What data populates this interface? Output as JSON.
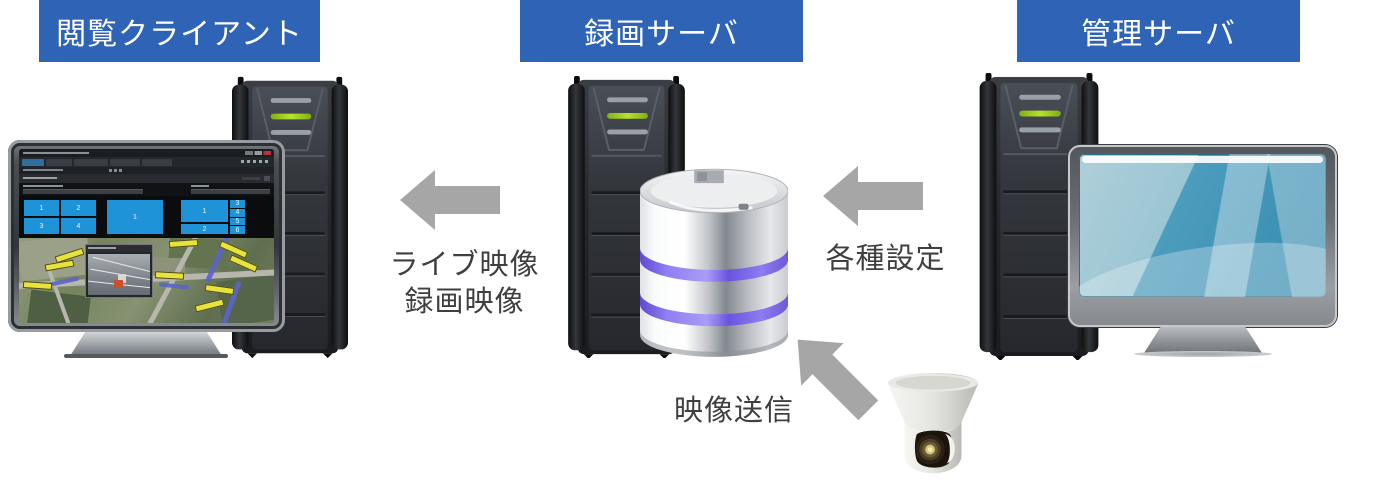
{
  "diagram": {
    "nodes": {
      "client": {
        "label": "閲覧クライアント"
      },
      "recording": {
        "label": "録画サーバ"
      },
      "management": {
        "label": "管理サーバ"
      }
    },
    "flows": {
      "live": {
        "line1": "ライブ映像",
        "line2": "録画映像"
      },
      "settings": {
        "label": "各種設定"
      },
      "send": {
        "label": "映像送信"
      }
    },
    "client_screen": {
      "grid_2x2": [
        "1",
        "2",
        "3",
        "4"
      ],
      "grid_single": [
        "1"
      ],
      "grid_mixed_main": [
        "1",
        "2"
      ],
      "grid_mixed_side": [
        "3",
        "4",
        "5",
        "6"
      ]
    },
    "colors": {
      "label_bg": "#2E63B5",
      "label_text": "#FFFFFF",
      "arrow": "#A6A6A6",
      "flow_text": "#3F3F3F",
      "panel_blue": "#1E93D8",
      "db_band": "#7C63EA",
      "server_led": "#A6D325",
      "screen_teal": "#4C9CBD"
    }
  }
}
